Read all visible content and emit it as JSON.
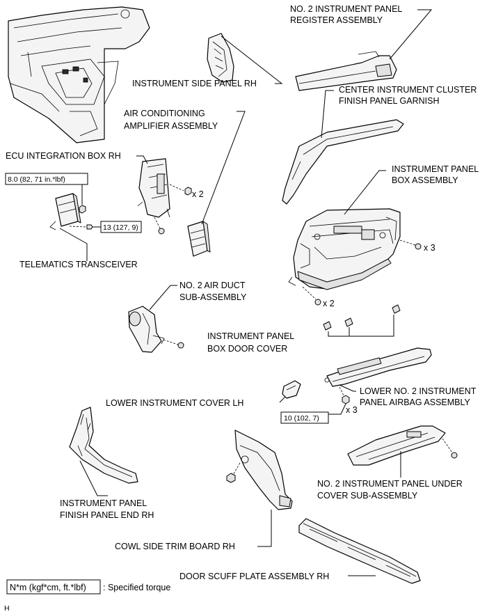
{
  "labels": {
    "register": [
      "NO. 2 INSTRUMENT PANEL",
      "REGISTER ASSEMBLY"
    ],
    "side_panel": "INSTRUMENT SIDE PANEL RH",
    "cluster_garnish": [
      "CENTER INSTRUMENT CLUSTER",
      "FINISH PANEL GARNISH"
    ],
    "ac_amp": [
      "AIR CONDITIONING",
      "AMPLIFIER ASSEMBLY"
    ],
    "ecu_box": "ECU INTEGRATION BOX RH",
    "panel_box": [
      "INSTRUMENT PANEL",
      "BOX ASSEMBLY"
    ],
    "telematics": "TELEMATICS TRANSCEIVER",
    "air_duct": [
      "NO. 2 AIR DUCT",
      "SUB-ASSEMBLY"
    ],
    "door_cover": [
      "INSTRUMENT PANEL",
      "BOX DOOR COVER"
    ],
    "airbag": [
      "LOWER NO. 2 INSTRUMENT",
      "PANEL AIRBAG ASSEMBLY"
    ],
    "lower_cover": "LOWER INSTRUMENT COVER LH",
    "finish_end": [
      "INSTRUMENT PANEL",
      "FINISH PANEL END RH"
    ],
    "under_cover": [
      "NO. 2 INSTRUMENT PANEL UNDER",
      "COVER SUB-ASSEMBLY"
    ],
    "cowl": "COWL SIDE TRIM BOARD RH",
    "scuff": "DOOR SCUFF PLATE ASSEMBLY RH"
  },
  "torques": {
    "t1": "8.0 (82, 71 in.*lbf)",
    "t2": "13 (127, 9)",
    "t3": "10 (102, 7)"
  },
  "counts": {
    "ecu_x2": "x 2",
    "box_x3": "x 3",
    "box_x2": "x 2",
    "airbag_x3": "x 3"
  },
  "legend": {
    "box_text": "N*m (kgf*cm, ft.*lbf)",
    "desc": ": Specified torque"
  },
  "corner_code": "H"
}
